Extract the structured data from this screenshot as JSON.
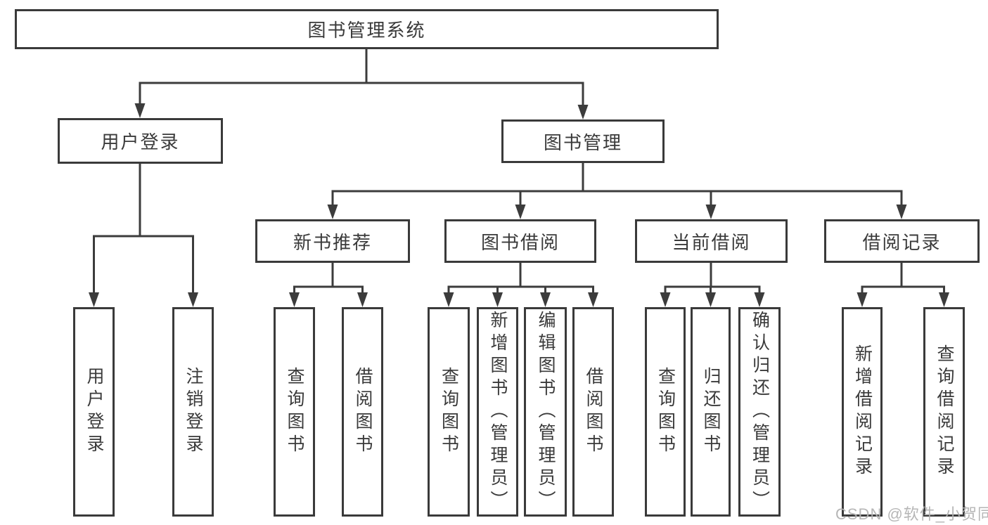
{
  "tree": {
    "root": {
      "label": "图书管理系统",
      "children": [
        {
          "label": "用户登录",
          "children": [
            {
              "label": "用户登录"
            },
            {
              "label": "注销登录"
            }
          ]
        },
        {
          "label": "图书管理",
          "children": [
            {
              "label": "新书推荐",
              "children": [
                {
                  "label": "查询图书"
                },
                {
                  "label": "借阅图书"
                }
              ]
            },
            {
              "label": "图书借阅",
              "children": [
                {
                  "label": "查询图书"
                },
                {
                  "label": "新增图书（管理员）"
                },
                {
                  "label": "编辑图书（管理员）"
                },
                {
                  "label": "借阅图书"
                }
              ]
            },
            {
              "label": "当前借阅",
              "children": [
                {
                  "label": "查询图书"
                },
                {
                  "label": "归还图书"
                },
                {
                  "label": "确认归还（管理员）"
                }
              ]
            },
            {
              "label": "借阅记录",
              "children": [
                {
                  "label": "新增借阅记录"
                },
                {
                  "label": "查询借阅记录"
                }
              ]
            }
          ]
        }
      ]
    }
  },
  "watermark": {
    "text": "CSDN @软件_小贺同学"
  },
  "colors": {
    "line": "#3c3c3c",
    "box_border": "#3a3a3a",
    "text": "#3a3a3a",
    "watermark": "#b3b3b3",
    "background": "#ffffff"
  }
}
